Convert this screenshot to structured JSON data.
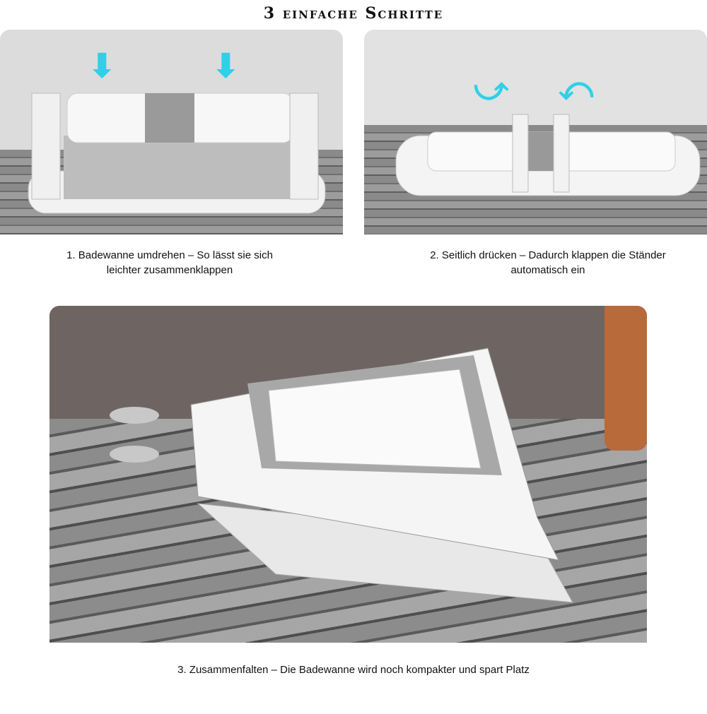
{
  "title": "3 einfache Schritte",
  "steps": [
    {
      "caption_line1": "1. Badewanne umdrehen – So lässt sie sich",
      "caption_line2": "leichter zusammenklappen"
    },
    {
      "caption_line1": "2. Seitlich drücken – Dadurch klappen die Ständer",
      "caption_line2": "automatisch ein"
    },
    {
      "caption_line1": "3. Zusammenfalten – Die Badewanne wird noch kompakter und spart Platz"
    }
  ],
  "colors": {
    "arrow": "#2fd0e8"
  }
}
